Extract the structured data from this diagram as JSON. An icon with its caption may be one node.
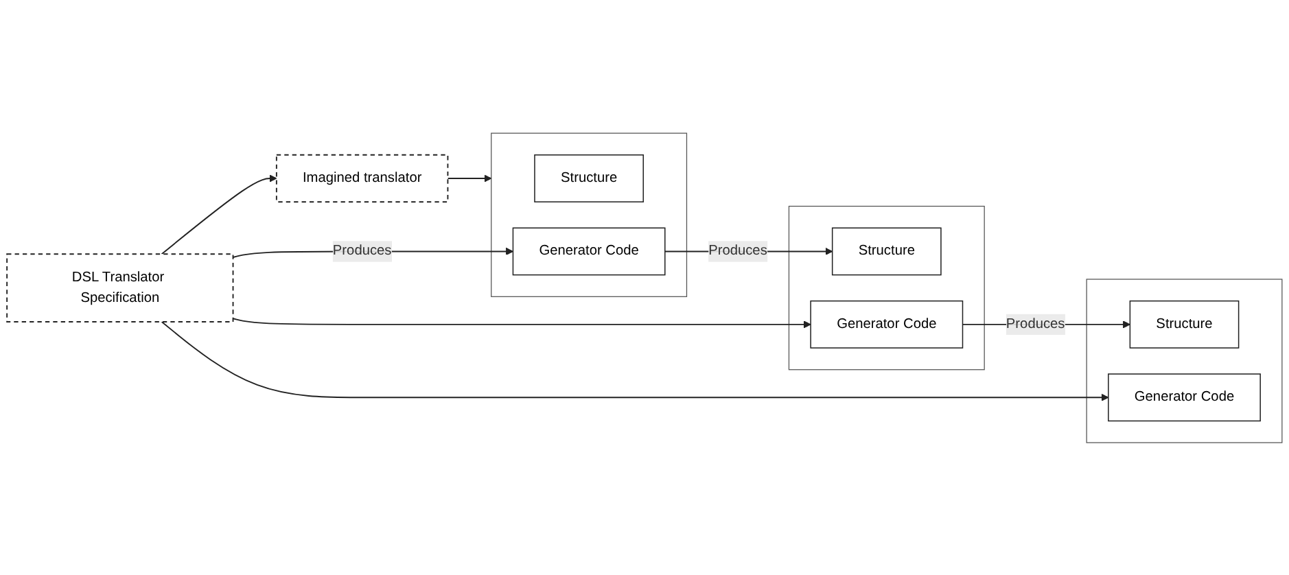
{
  "diagram": {
    "nodes": [
      {
        "text": [
          "Imagined translator"
        ]
      },
      {
        "text": [],
        "shape": "box"
      },
      {
        "text": [
          "Structure"
        ],
        "in": 1
      },
      {
        "text": [
          "Generator Code"
        ],
        "in": 1
      },
      {
        "text": [],
        "shape": "box"
      },
      {
        "text": [
          "Structure"
        ],
        "in": 4
      },
      {
        "text": [
          "Generator Code"
        ],
        "in": 4
      },
      {
        "text": [],
        "shape": "box"
      },
      {
        "text": [
          "Structure"
        ],
        "in": 7
      },
      {
        "text": [
          "Generator Code"
        ],
        "in": 7
      },
      {
        "text": [
          "DSL Translator Specification"
        ]
      }
    ],
    "edges": [
      {
        "from": 0,
        "to": 1,
        "arrow": "to"
      },
      {
        "from": 3,
        "to": 5,
        "arrow": "to",
        "label": "Produces"
      },
      {
        "from": 6,
        "to": 8,
        "arrow": "to",
        "label": "Produces"
      },
      {
        "from": 10,
        "to": 0,
        "arrow": "to"
      },
      {
        "from": 10,
        "to": 3,
        "arrow": "to",
        "label": "Produces"
      },
      {
        "from": 10,
        "to": 6,
        "arrow": "to"
      },
      {
        "from": 10,
        "to": 9,
        "arrow": "to"
      }
    ]
  }
}
